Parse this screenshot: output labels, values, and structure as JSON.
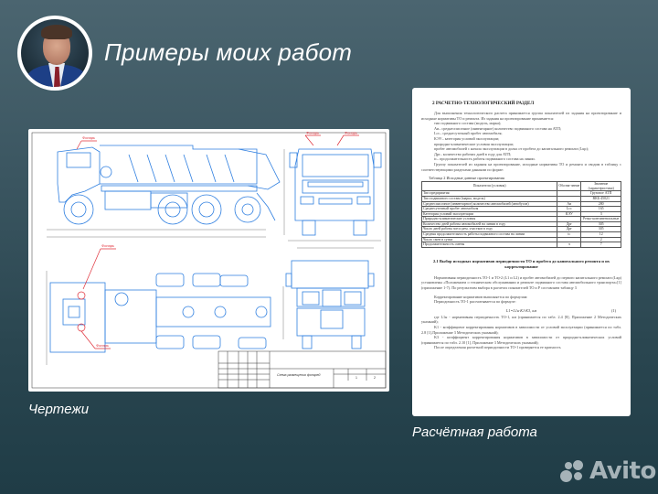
{
  "header": {
    "title": "Примеры моих работ",
    "avatar_alt": "author-photo"
  },
  "drawing": {
    "caption": "Чертежи",
    "callout_label": "Фонарь",
    "title_block_name": "Схема размещения фонарей",
    "title_block_sheet": "1",
    "title_block_sheets": "2"
  },
  "document": {
    "caption": "Расчётная работа",
    "heading": "2 РАСЧЕТНО-ТЕХНОЛОГИЧЕСКИЙ РАЗДЕЛ",
    "intro": "Для выполнения технологического расчета принимается группа показателей из задания на проектирование и исходные нормативы ТО и ремонта. Из задания на проектирование принимается:",
    "list": [
      "тип подвижного состава (модель, марка);",
      "Аи– среднесписочное (инвентарное) количество подвижного состава на АТП;",
      "Lсс– среднесуточный пробег автомобиля;",
      "КЭУ– категория условий эксплуатации;",
      "природно-климатические условия эксплуатации;",
      "пробег автомобилей с начала эксплуатации в долях от пробега до капитального ремонта (Lкр);",
      "Дрг– количество рабочих дней в году для АТП;",
      "tс– продолжительность работы подвижного состава на линии."
    ],
    "intro2": "Группу показателей из задания на проектирование, исходные нормативы ТО и ремонта и сводим в таблицу с соответствующими разделами данными по форме:",
    "table_caption": "Таблица 2 Исходные данные проектирования",
    "table_headers": [
      "Показатели (условия)",
      "Обозна-чение",
      "Значение (характеристика)"
    ],
    "table_rows": [
      [
        "Тип предприятия",
        "",
        "Грузовое АТП"
      ],
      [
        "Тип подвижного состава (марка, модель)",
        "",
        "ВКБ-45021"
      ],
      [
        "Среднесписочное (инвентарное) количество автомобилей (автобусов)",
        "Аи",
        "280"
      ],
      [
        "Среднесуточный пробег автомобиля",
        "Lсс",
        "165"
      ],
      [
        "Категория условий эксплуатации",
        "КЭУ",
        "3"
      ],
      [
        "Природно-климатические условия",
        "",
        "Резко-континентальные"
      ],
      [
        "Количество дней работы автомобилей на линии в году",
        "Дрг",
        "305"
      ],
      [
        "Число дней работы зон и рем. участков в году",
        "Дрг",
        "305"
      ],
      [
        "Средняя продолжительность работы подвижного состава на линии",
        "tс",
        "12"
      ],
      [
        "Число смен в сутки",
        "",
        "2"
      ],
      [
        "Продолжительность смены",
        "ч",
        "7"
      ]
    ],
    "subheading": "2.1 Выбор исходных нормативов периодичности ТО и пробега до капитального ремонта и их корректирование",
    "para1": "Нормативная периодичность ТО-1 и ТО-2 (L1 и L2) и пробег автомобилей до первого капитального ремонта (Lкр) установлены «Положением о техническом обслуживании и ремонте подвижного состава автомобильного транспорта»[1] (приложение 1-7). По результатам выбора в расчетах показателей ТО и Р составляем таблицу 3",
    "para2": "Корректирование нормативов выполняется по формулам:",
    "para3": "Периодичность ТО-1 рассчитывается по формуле:",
    "formula": "L1=L1н·K1·K3, км",
    "formula_num": "(1)",
    "para4": "где L1н - нормативная периодичность ТО-1, км (принимается по табл. 2.4 [8], Приложение 2 Методических указаний);",
    "para5": "K1 - коэффициент корректирования нормативов в зависимости от условий эксплуатации (принимается по табл. 2.8 [1],Приложение 3 Методических указаний);",
    "para6": "K3 - коэффициент корректирования нормативов в зависимости от природно-климатических условий (принимается по табл. 2.10 [1], Приложение 3 Методических указаний);",
    "para7": "После определения расчетной периодичности ТО-1 проверяется ее кратность"
  },
  "branding": {
    "logo_text": "Avito"
  },
  "colors": {
    "bg_top": "#4b6570",
    "bg_bottom": "#1f3c46",
    "drawing_line": "#2f7fe0",
    "callout_red": "#e0303a",
    "logo_gray": "#a6b3b8"
  }
}
